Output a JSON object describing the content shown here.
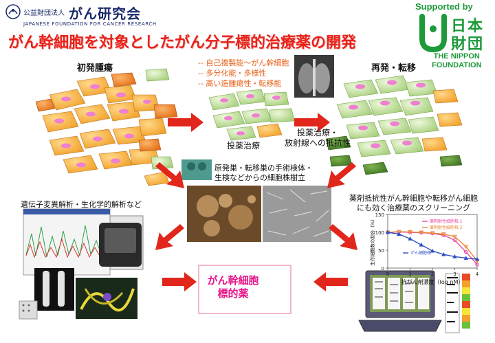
{
  "header": {
    "org_small": "公益財団法人",
    "org_big": "がん研究会",
    "org_english": "JAPANESE FOUNDATION FOR CANCER RESEARCH",
    "title": "がん幹細胞を対象としたがん分子標的治療薬の開発"
  },
  "sponsor": {
    "supported_by": "Supported by",
    "logo_text_line1": "日本",
    "logo_text_line2": "財団",
    "name_line1": "THE NIPPON",
    "name_line2": "FOUNDATION"
  },
  "stages": {
    "primary_tumor": "初発腫瘍",
    "recurrence": "再発・転移",
    "treatment": "投薬治療",
    "resistance_line1": "投薬治療・",
    "resistance_line2": "放射線への抵抗性"
  },
  "properties": [
    "-- 自己複製能～がん幹細胞",
    "-- 多分化能・多様性",
    "-- 高い造腫瘍性・転移能"
  ],
  "center": {
    "line1": "原発巣・転移巣の手術検体・",
    "line2": "生検などからの細胞株樹立"
  },
  "left_panel": {
    "title": "遺伝子変異解析・生化学的解析など"
  },
  "right_panel": {
    "title_line1": "薬剤抵抗性がん幹細胞や転移がん細胞",
    "title_line2": "にも効く治療薬のスクリーニング"
  },
  "final": {
    "line1": "がん幹細胞",
    "line2": "標的薬"
  },
  "chart_data": {
    "type": "line",
    "xlabel": "抗がん剤濃度（log nM）",
    "ylabel": "生存細胞数の割合（%）",
    "xlim": [
      0,
      4
    ],
    "ylim": [
      0,
      150
    ],
    "xticks": [
      "0",
      "1",
      "2",
      "3",
      "4"
    ],
    "yticks": [
      "0",
      "50",
      "100",
      "150"
    ],
    "series": [
      {
        "name": "薬剤耐性細胞株 1",
        "color": "#e94aa3",
        "marker": "circle",
        "x": [
          0,
          0.5,
          1,
          1.5,
          2,
          2.5,
          3,
          3.5,
          4
        ],
        "y": [
          100,
          101,
          100,
          99,
          97,
          92,
          78,
          45,
          10
        ]
      },
      {
        "name": "薬剤耐性細胞株 2",
        "color": "#e98a3a",
        "marker": "triangle-down",
        "x": [
          0,
          0.5,
          1,
          1.5,
          2,
          2.5,
          3,
          3.5,
          4
        ],
        "y": [
          100,
          102,
          101,
          100,
          98,
          95,
          88,
          60,
          20
        ]
      },
      {
        "name": "がん細胞株",
        "color": "#2f4fc4",
        "marker": "triangle-up",
        "x": [
          0,
          0.5,
          1,
          1.5,
          2,
          2.5,
          3,
          3.5,
          4
        ],
        "y": [
          100,
          95,
          82,
          65,
          48,
          38,
          32,
          28,
          25
        ]
      }
    ]
  },
  "colors": {
    "title_red": "#e8221a",
    "arrow_red": "#e1261c",
    "property_orange": "#e8621a",
    "final_pink": "#e6158a",
    "nippon_green": "#1d9a3a"
  }
}
